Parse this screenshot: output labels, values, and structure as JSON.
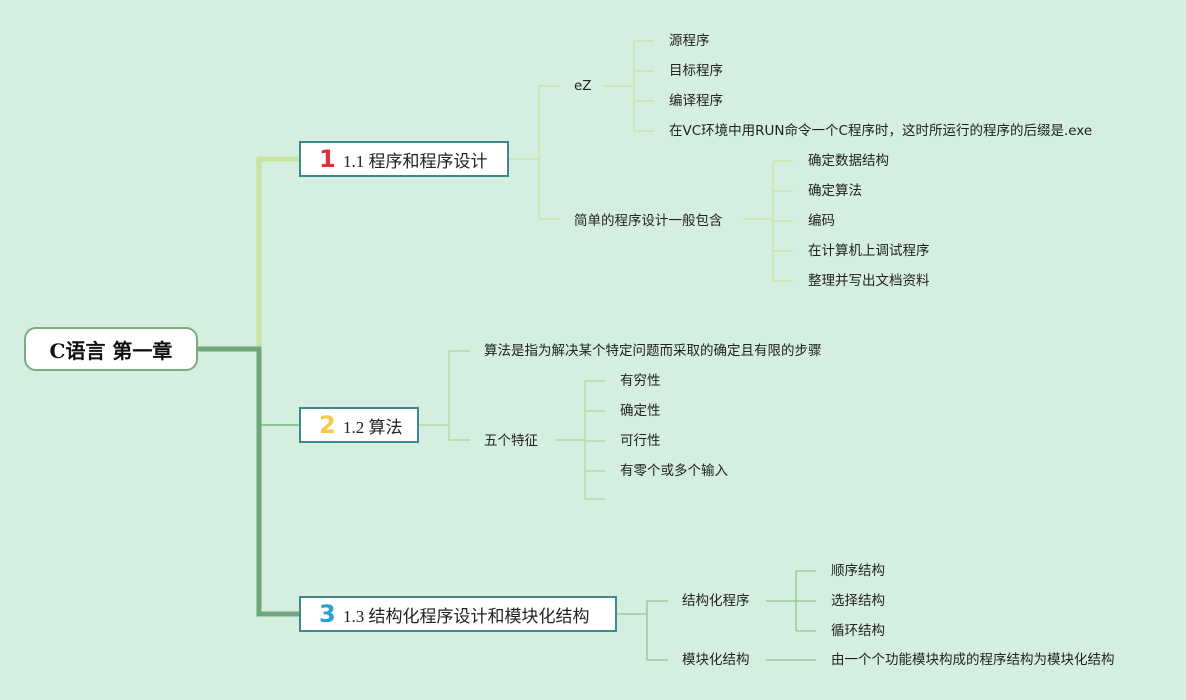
{
  "root": {
    "label": "C语言 第一章"
  },
  "topics": [
    {
      "number": "1",
      "number_color": "#e0303c",
      "label": "1.1 程序和程序设计",
      "branches": [
        {
          "label": "eZ",
          "leaves": [
            "源程序",
            "目标程序",
            "编译程序",
            "在VC环境中用RUN命令一个C程序时，这时所运行的程序的后缀是.exe"
          ]
        },
        {
          "label": "简单的程序设计一般包含",
          "leaves": [
            "确定数据结构",
            "确定算法",
            "编码",
            "在计算机上调试程序",
            "整理并写出文档资料"
          ]
        }
      ]
    },
    {
      "number": "2",
      "number_color": "#f2c94c",
      "label": "1.2 算法",
      "branches": [
        {
          "label": "算法是指为解决某个特定问题而采取的确定且有限的步骤",
          "leaves": []
        },
        {
          "label": "五个特征",
          "leaves": [
            "有穷性",
            "确定性",
            "可行性",
            "有零个或多个输入",
            ""
          ]
        }
      ]
    },
    {
      "number": "3",
      "number_color": "#2b9fd8",
      "label": "1.3 结构化程序设计和模块化结构",
      "branches": [
        {
          "label": "结构化程序",
          "leaves": [
            "顺序结构",
            "选择结构",
            "循环结构"
          ]
        },
        {
          "label": "模块化结构",
          "leaves": [
            "由一个个功能模块构成的程序结构为模块化结构"
          ]
        }
      ]
    }
  ],
  "colors": {
    "background": "#d4efe0",
    "branch1": "#c8e3a0",
    "branch2": "#8fc48f",
    "branch3": "#6fa77a",
    "thin_line": "#a8d8a0",
    "topic_border": "#3c8a8f",
    "root_border": "#7da985"
  }
}
